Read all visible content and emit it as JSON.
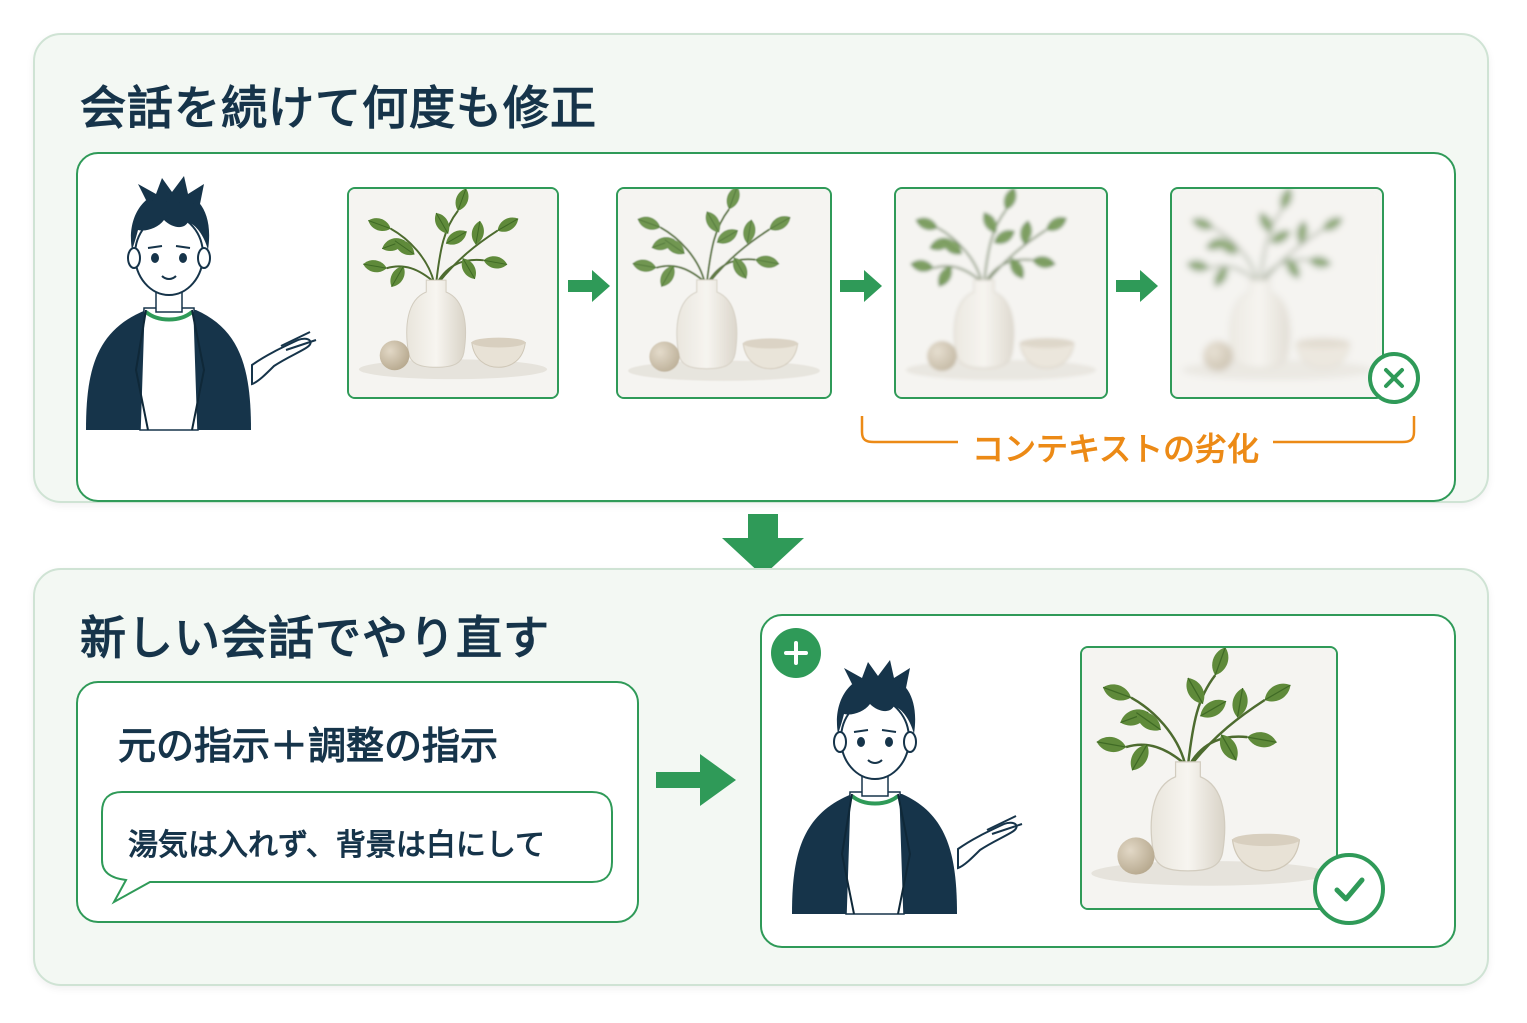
{
  "top": {
    "title": "会話を続けて何度も修正",
    "degradation_label": "コンテキストの劣化"
  },
  "bottom": {
    "title": "新しい会話でやり直す",
    "instruction_title": "元の指示＋調整の指示",
    "bubble_text": "湯気は入れず、背景は白にして"
  },
  "icons": {
    "down_arrow": "down-arrow-icon",
    "right_arrow": "right-arrow-icon",
    "fail": "x-circle-icon",
    "success": "check-circle-icon",
    "new_chat": "plus-circle-icon"
  },
  "colors": {
    "accent_green": "#2f9a58",
    "navy": "#16344a",
    "orange": "#ec8a16",
    "panel_bg": "#f3f8f3",
    "panel_border": "#cfe3d4"
  },
  "photo_sequence": {
    "blur_levels": [
      0,
      0.6,
      1.6,
      3.2
    ]
  }
}
